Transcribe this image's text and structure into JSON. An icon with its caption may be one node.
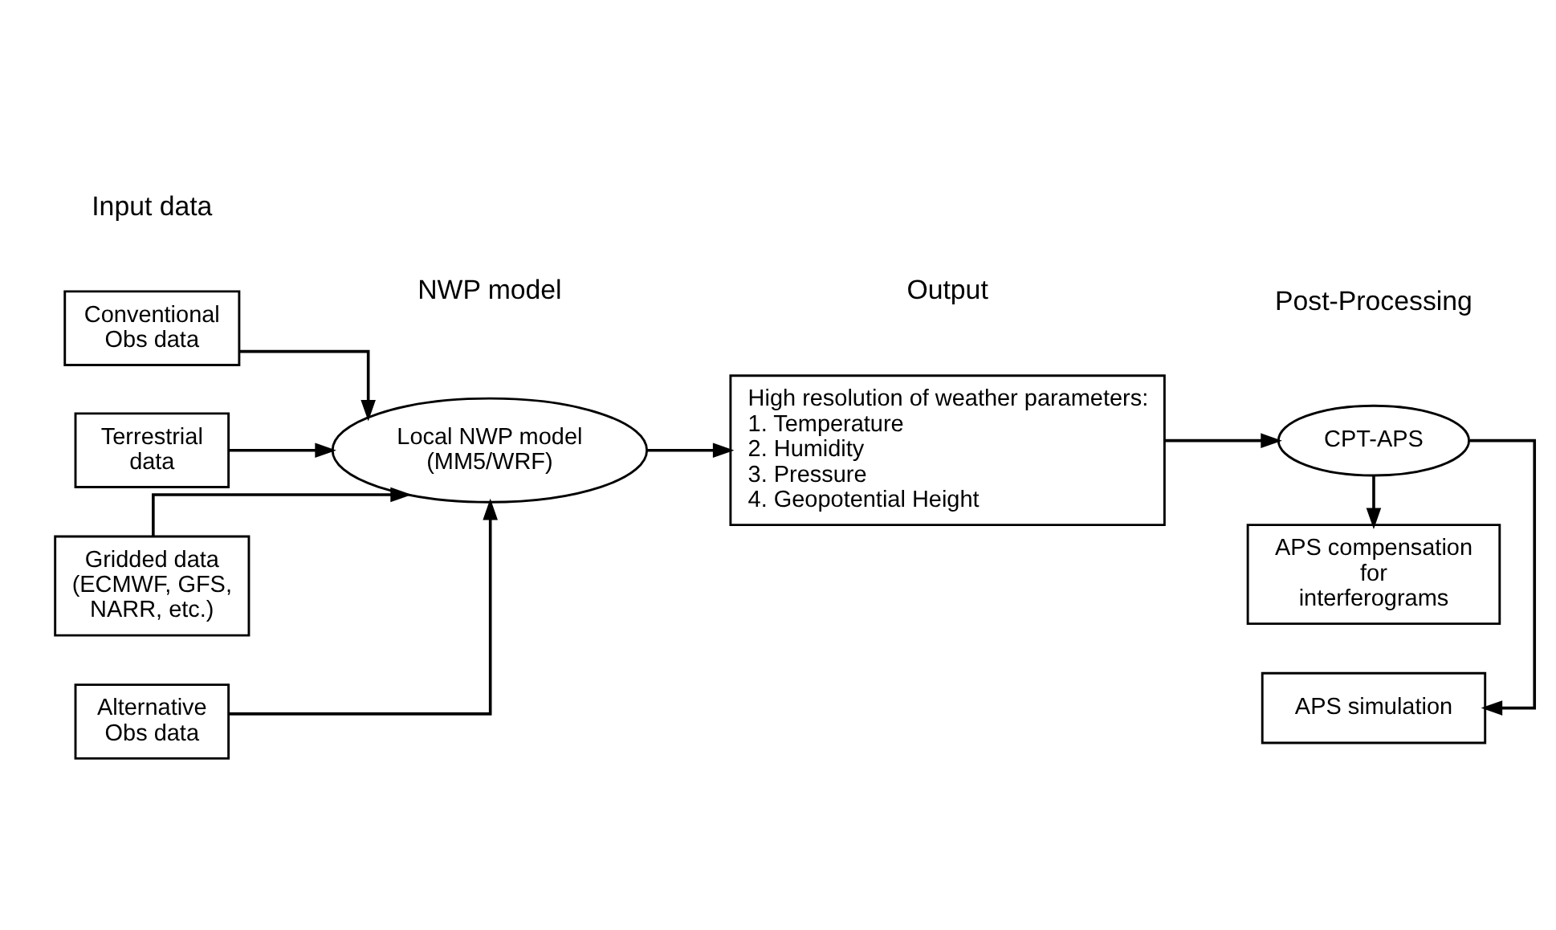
{
  "diagram": {
    "nodes": [
      {
        "text": [
          "Alternative Obs data"
        ]
      },
      {
        "text": [
          "Conventional Obs data"
        ]
      },
      {
        "text": [
          "Terrestrial data"
        ]
      },
      {
        "text": [
          "Gridded data (ECMWF, GFS, NARR, etc.)"
        ]
      },
      {
        "text": [
          "Local NWP model",
          "(MM5/WRF)"
        ]
      },
      {
        "text": [
          "High resolution of weather parameters:",
          "1. Temperature",
          "2. Humidity",
          "3. Pressure",
          "4. Geopotential Height"
        ]
      },
      {
        "text": [
          "CPT-APS"
        ]
      },
      {
        "text": [
          "APS simulation"
        ]
      },
      {
        "text": [
          "APS compensation for interferograms"
        ]
      }
    ],
    "edges": [
      {
        "from": 0,
        "to": 4,
        "arrow": "to"
      },
      {
        "from": 1,
        "to": 4,
        "arrow": "to"
      },
      {
        "from": 2,
        "to": 4,
        "arrow": "to"
      },
      {
        "from": 3,
        "to": 4,
        "arrow": "to"
      },
      {
        "from": 4,
        "to": 5,
        "arrow": "to"
      },
      {
        "from": 5,
        "to": 6,
        "arrow": "to"
      },
      {
        "from": 6,
        "to": 7,
        "arrow": "to"
      },
      {
        "from": 6,
        "to": 8,
        "arrow": "to"
      }
    ],
    "labels": [
      "Input data",
      "NWP model",
      "Output",
      "Post-Processing"
    ]
  }
}
